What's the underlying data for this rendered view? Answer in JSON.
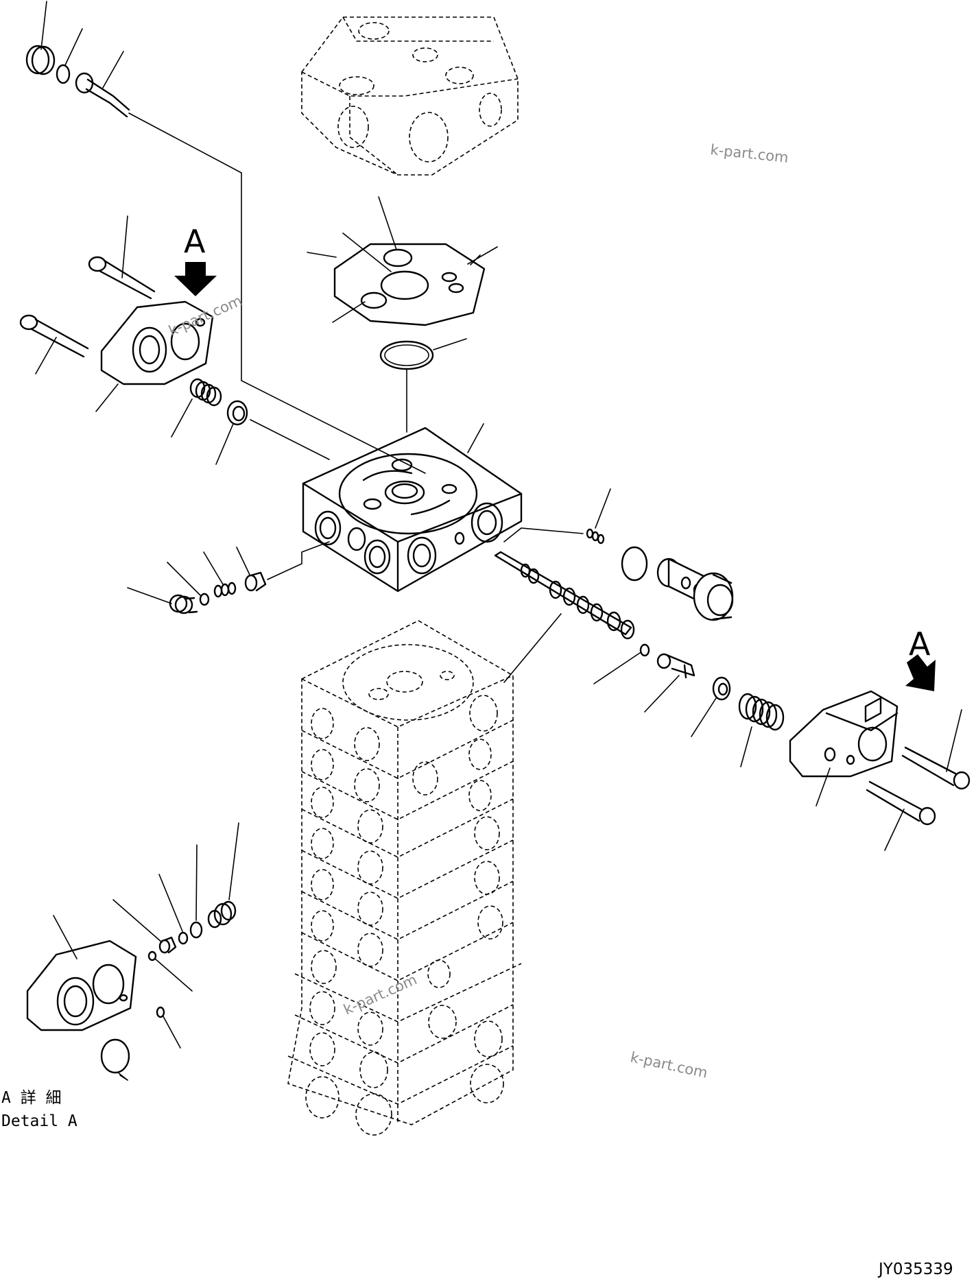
{
  "diagram": {
    "view_label_left": "A",
    "view_label_right": "A",
    "detail_label_jp": "A 詳 細",
    "detail_label_en": "Detail A",
    "drawing_code": "JY035339",
    "watermarks": [
      "k-part.com",
      "k-part.com",
      "k-part.com",
      "k-part.com"
    ],
    "icons": [
      "view-direction-arrow-icon"
    ]
  }
}
